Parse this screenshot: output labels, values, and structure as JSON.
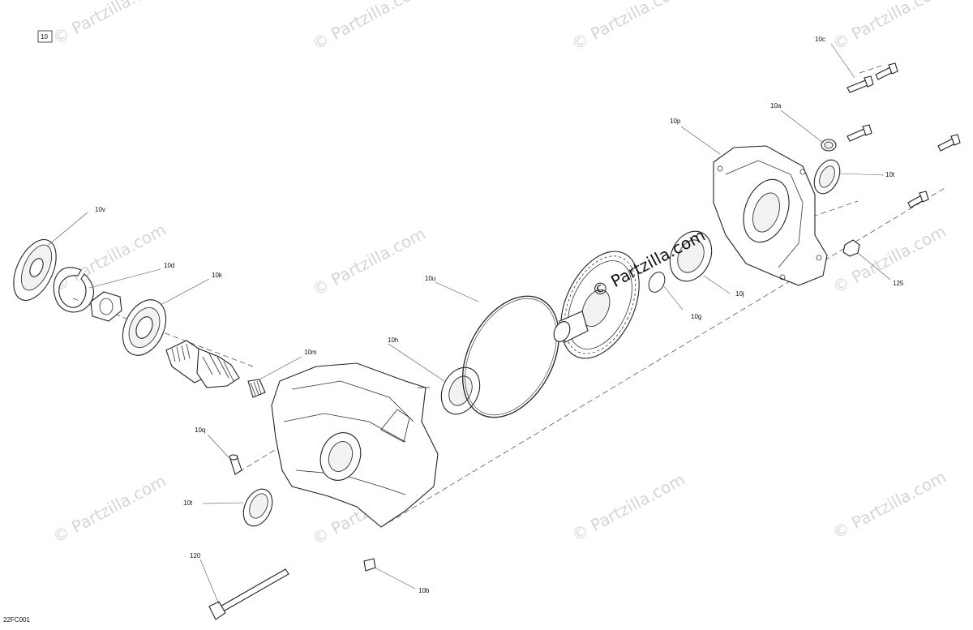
{
  "figure": {
    "id_box": "10",
    "code": "22FC001",
    "watermark": "© Partzilla.com",
    "watermark_center": "© Partzilla.com"
  },
  "callouts": {
    "c10a": "10a",
    "c10b": "10b",
    "c10c": "10c",
    "c10d": "10d",
    "c10g": "10g",
    "c10h": "10h",
    "c10j": "10j",
    "c10k": "10k",
    "c10m": "10m",
    "c10p": "10p",
    "c10q": "10q",
    "c10t_right": "10t",
    "c10t_left": "10t",
    "c10u": "10u",
    "c10v": "10v",
    "c120": "120",
    "c125": "125"
  }
}
